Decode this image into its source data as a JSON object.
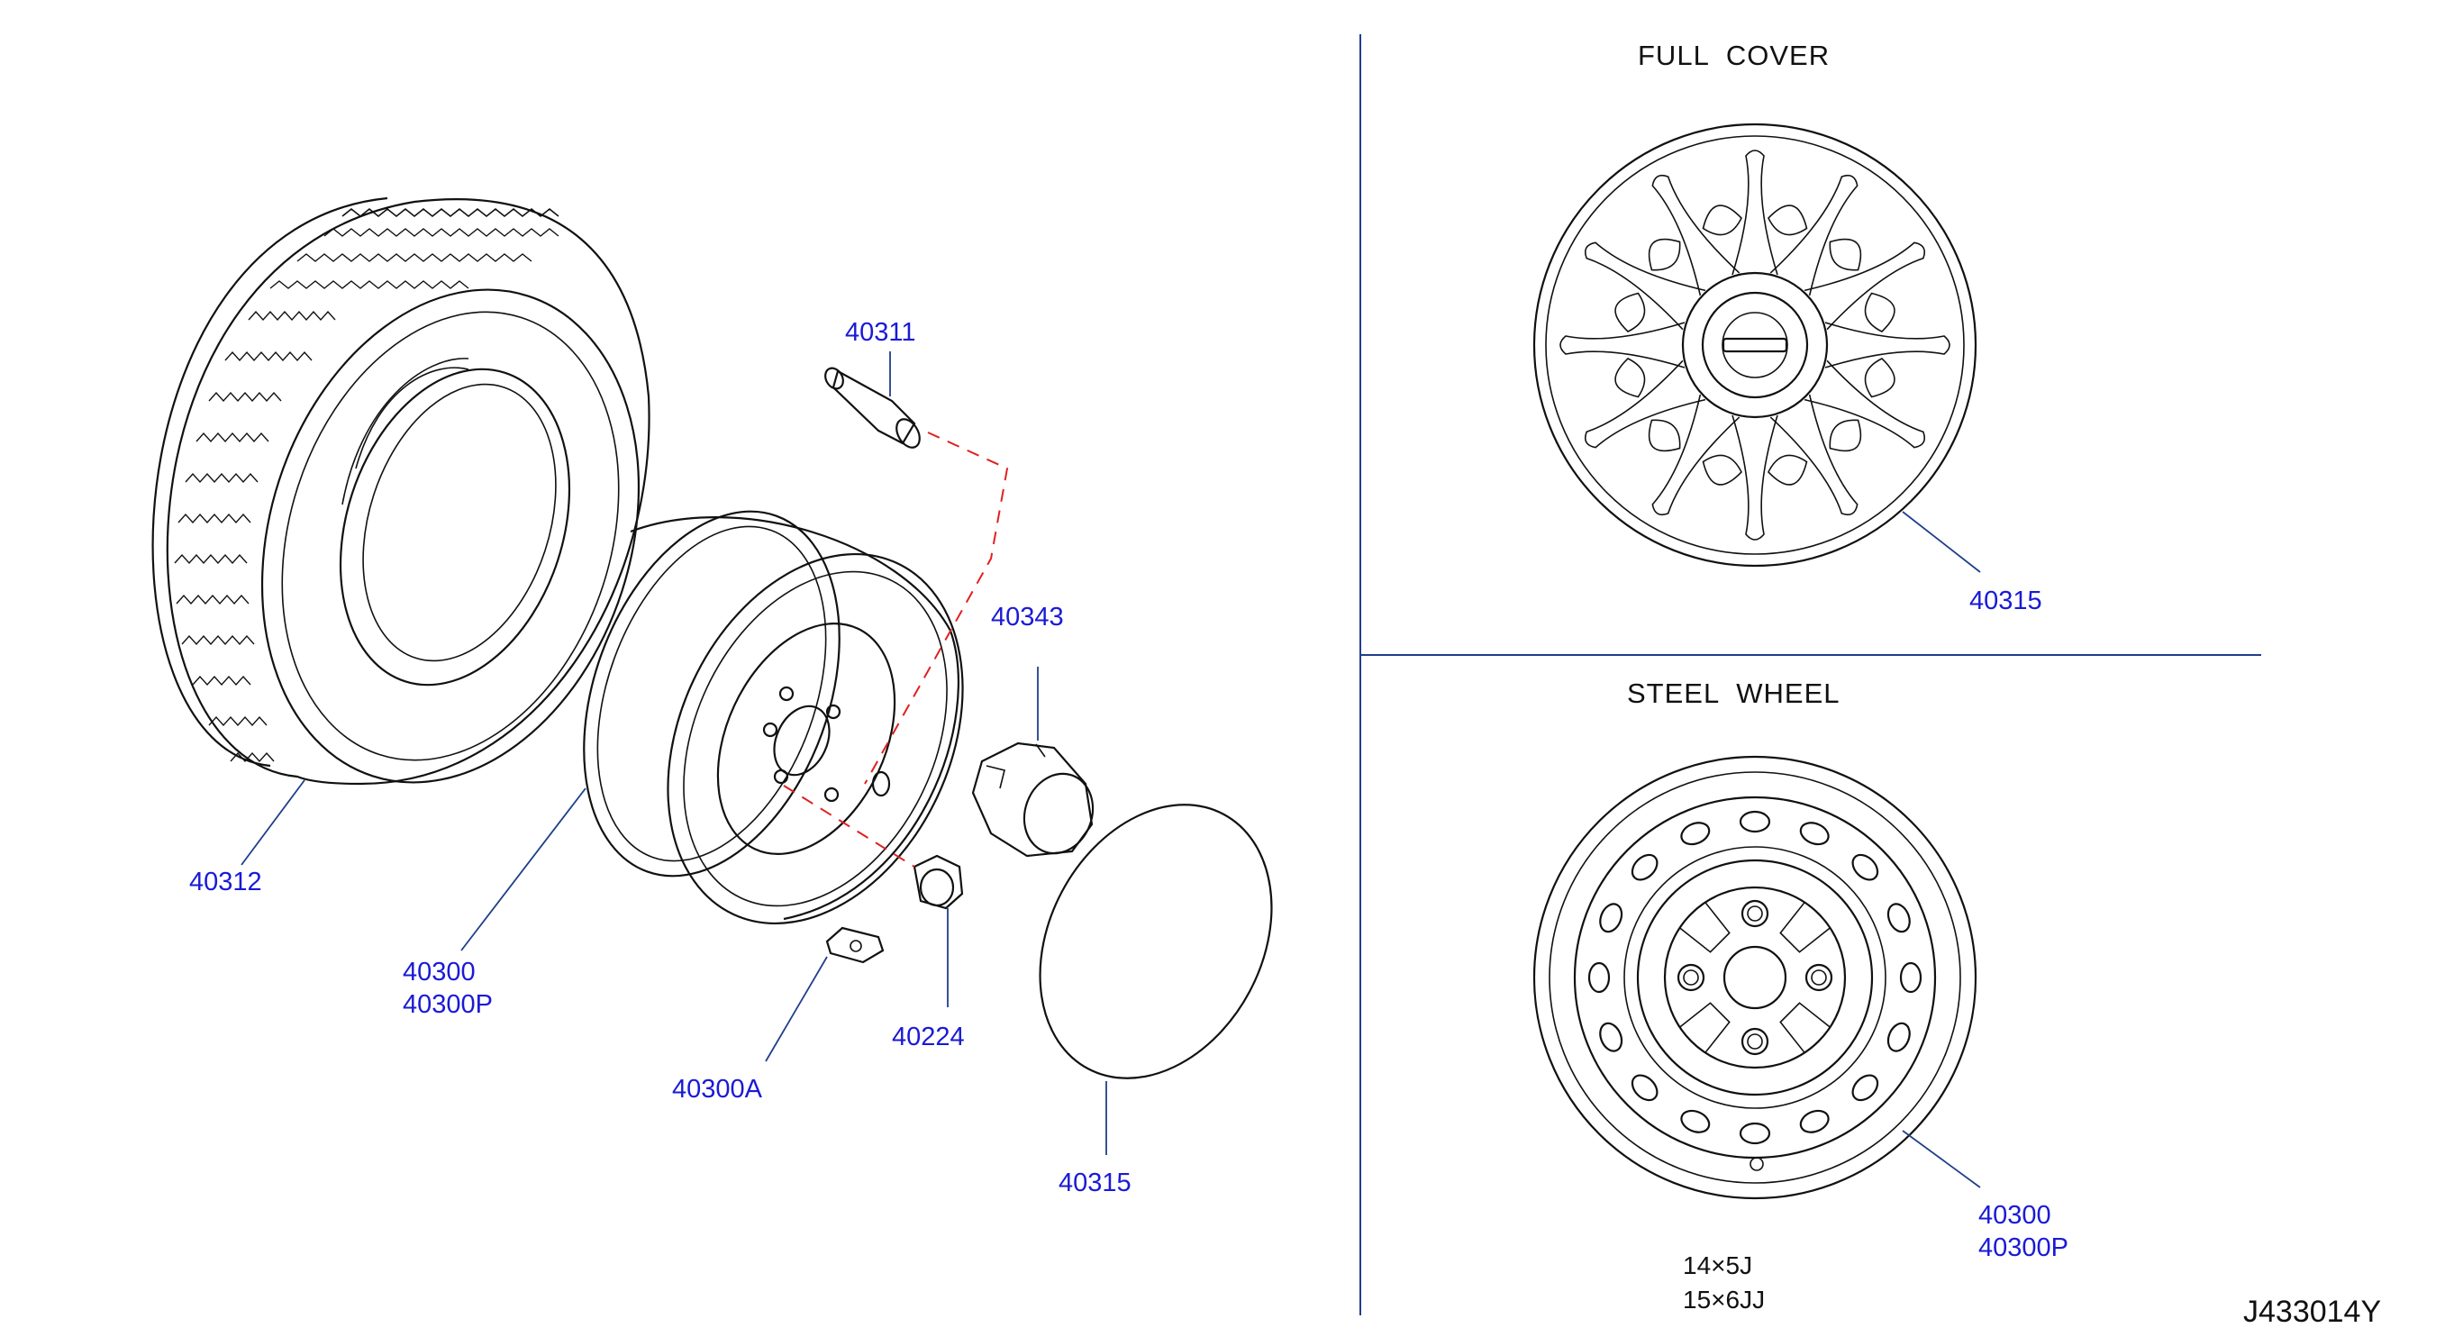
{
  "sections": {
    "full_cover_title": "FULL  COVER",
    "steel_wheel_title": "STEEL  WHEEL"
  },
  "parts": {
    "tire": "40312",
    "valve": "40311",
    "wheel_main": "40300",
    "wheel_main_p": "40300P",
    "weight": "40300A",
    "nut": "40224",
    "ornament": "40343",
    "cover_left": "40315",
    "cover_right": "40315",
    "steel_wheel": "40300",
    "steel_wheel_p": "40300P"
  },
  "sizes": [
    "14×5J",
    "15×6JJ"
  ],
  "diagram_code": "J433014Y",
  "colors": {
    "label": "#1a1ad6",
    "leader": "#1f3f8a",
    "dashed": "#e02020"
  }
}
